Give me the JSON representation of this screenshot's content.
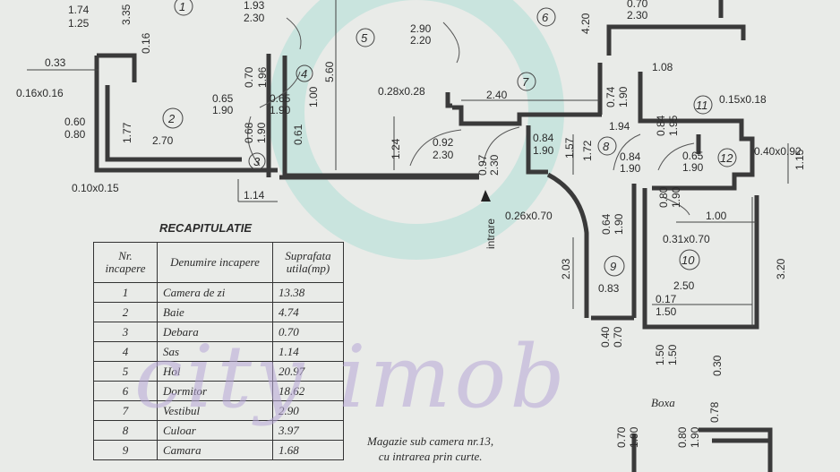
{
  "watermark": {
    "text": "city imob"
  },
  "table": {
    "title": "RECAPITULATIE",
    "headers": [
      "Nr. incapere",
      "Denumire incapere",
      "Suprafata utila(mp)"
    ],
    "rows": [
      {
        "nr": "1",
        "name": "Camera de zi",
        "area": "13.38"
      },
      {
        "nr": "2",
        "name": "Baie",
        "area": "4.74"
      },
      {
        "nr": "3",
        "name": "Debara",
        "area": "0.70"
      },
      {
        "nr": "4",
        "name": "Sas",
        "area": "1.14"
      },
      {
        "nr": "5",
        "name": "Hol",
        "area": "20.97"
      },
      {
        "nr": "6",
        "name": "Dormitor",
        "area": "18.62"
      },
      {
        "nr": "7",
        "name": "Vestibul",
        "area": "2.90"
      },
      {
        "nr": "8",
        "name": "Culoar",
        "area": "3.97"
      },
      {
        "nr": "9",
        "name": "Camara",
        "area": "1.68"
      }
    ]
  },
  "note": {
    "line1": "Magazie sub camera nr.13,",
    "line2": "cu intrarea prin curte."
  },
  "boxa": "Boxa",
  "entrance": "intrare",
  "rooms": [
    "1",
    "2",
    "3",
    "4",
    "5",
    "6",
    "7",
    "8",
    "9",
    "10",
    "11",
    "12"
  ],
  "dims": {
    "d_174": "1.74",
    "d_125": "1.25",
    "d_335": "3.35",
    "d_193": "1.93",
    "d_230a": "2.30",
    "d_290": "2.90",
    "d_220": "2.20",
    "d_420": "4.20",
    "d_070a": "0.70",
    "d_230b": "2.30",
    "d_033": "0.33",
    "d_016": "0.16",
    "d_016x016": "0.16x0.16",
    "d_070b": "0.70",
    "d_196": "1.96",
    "d_560": "5.60",
    "d_028x028": "0.28x0.28",
    "d_108": "1.08",
    "d_065a": "0.65",
    "d_190a": "1.90",
    "d_065b": "0.65",
    "d_190b": "1.90",
    "d_100": "1.00",
    "d_240": "2.40",
    "d_074": "0.74",
    "d_190c": "1.90",
    "d_194": "1.94",
    "d_084a": "0.84",
    "d_195": "1.95",
    "d_015x018": "0.15x0.18",
    "d_060": "0.60",
    "d_080": "0.80",
    "d_177": "1.77",
    "d_270": "2.70",
    "d_068": "0.68",
    "d_190d": "1.90",
    "d_061": "0.61",
    "d_124": "1.24",
    "d_092": "0.92",
    "d_230c": "2.30",
    "d_084b": "0.84",
    "d_190e": "1.90",
    "d_157": "1.57",
    "d_172": "1.72",
    "d_084c": "0.84",
    "d_190f": "1.90",
    "d_065c": "0.65",
    "d_190g": "1.90",
    "d_040x092": "0.40x0.92",
    "d_115": "1.15",
    "d_010x015": "0.10x0.15",
    "d_114": "1.14",
    "d_097": "0.97",
    "d_230d": "2.30",
    "d_026x070": "0.26x0.70",
    "d_064": "0.64",
    "d_190h": "1.90",
    "d_080b": "0.80",
    "d_190i": "1.90",
    "d_100b": "1.00",
    "d_031x070": "0.31x0.70",
    "d_203": "2.03",
    "d_320": "3.20",
    "d_083": "0.83",
    "d_250": "2.50",
    "d_017": "0.17",
    "d_150a": "1.50",
    "d_040": "0.40",
    "d_070c": "0.70",
    "d_150b": "1.50",
    "d_150c": "1.50",
    "d_030": "0.30",
    "d_078": "0.78",
    "d_070d": "0.70",
    "d_190j": "1.90",
    "d_080c": "0.80",
    "d_190k": "1.90"
  }
}
